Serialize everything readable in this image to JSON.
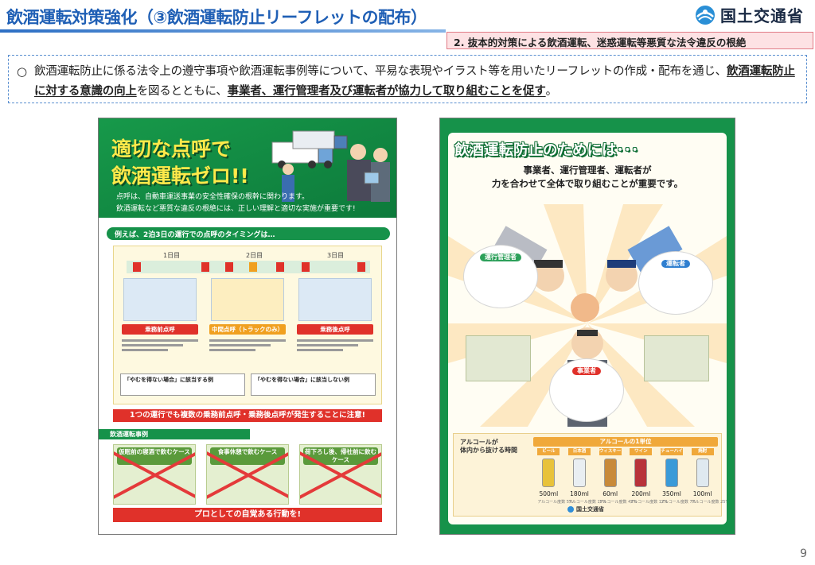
{
  "header": {
    "title": "飲酒運転対策強化（③飲酒運転防止リーフレットの配布）",
    "ministry": "国土交通省",
    "subtitle": "2. 抜本的対策による飲酒運転、迷惑運転等悪質な法令違反の根絶"
  },
  "lead": {
    "bullet": "○",
    "part1": "飲酒運転防止に係る法令上の遵守事項や飲酒運転事例等について、平易な表現やイラスト等を用いたリーフレットの作成・配布を通じ、",
    "emphasis1": "飲酒運転防止に対する意識の向上",
    "part2": "を図るとともに、",
    "emphasis2": "事業者、運行管理者及び運転者が協力して取り組むことを促す",
    "part3": "。"
  },
  "leaflet1": {
    "headline_line1": "適切な点呼で",
    "headline_line2": "飲酒運転ゼロ!!",
    "intro_line1": "点呼は、自動車運送事業の安全性確保の根幹に関わります。",
    "intro_line2": "飲酒運転など悪質な違反の根絶には、正しい理解と適切な実施が重要です!",
    "section_timing": "例えば、2泊3日の運行での点呼のタイミングは…",
    "days": [
      "1日目",
      "2日目",
      "3日目"
    ],
    "checks": [
      {
        "label": "乗務前点呼",
        "color": "#e0312a"
      },
      {
        "label": "中間点呼（トラックのみ）",
        "color": "#f0a020"
      },
      {
        "label": "乗務後点呼",
        "color": "#e0312a"
      }
    ],
    "case_titles": [
      "「やむを得ない場合」に該当する例",
      "「やむを得ない場合」に該当しない例"
    ],
    "warning": "1つの運行でも複数の乗務前点呼・乗務後点呼が発生することに注意!",
    "section_cases": "飲酒運転事例",
    "cases": [
      "仮眠前の寝酒で飲むケース",
      "食事休憩で飲むケース",
      "荷下ろし後、帰社前に飲むケース"
    ],
    "slogan": "プロとしての自覚ある行動を!"
  },
  "leaflet2": {
    "title": "飲酒運転防止のためには･･･",
    "lead_line1": "事業者、運行管理者、運転者が",
    "lead_line2": "力を合わせて全体で取り組むことが重要です。",
    "roles": [
      {
        "label": "運行管理者",
        "color": "#2ca05a"
      },
      {
        "label": "運転者",
        "color": "#2f7fd0"
      },
      {
        "label": "事業者",
        "color": "#e0312a"
      }
    ],
    "bottom_heading_line1": "アルコールが",
    "bottom_heading_line2": "体内から抜ける時間",
    "unit_heading": "アルコールの1単位",
    "drinks": [
      {
        "name": "ビール",
        "amount": "500ml",
        "pct": "アルコール度数 5%",
        "color": "#e8c23a"
      },
      {
        "name": "日本酒",
        "amount": "180ml",
        "pct": "アルコール度数 15%",
        "color": "#e9eef2"
      },
      {
        "name": "ウィスキー",
        "amount": "60ml",
        "pct": "アルコール度数 43%",
        "color": "#c88a3a"
      },
      {
        "name": "ワイン",
        "amount": "200ml",
        "pct": "アルコール度数 12%",
        "color": "#b8323a"
      },
      {
        "name": "チューハイ",
        "amount": "350ml",
        "pct": "アルコール度数 7%",
        "color": "#3a9ad8"
      },
      {
        "name": "焼酎",
        "amount": "100ml",
        "pct": "アルコール度数 25%",
        "color": "#dfe9f0"
      }
    ],
    "footer": "国土交通省"
  },
  "page_number": "9"
}
